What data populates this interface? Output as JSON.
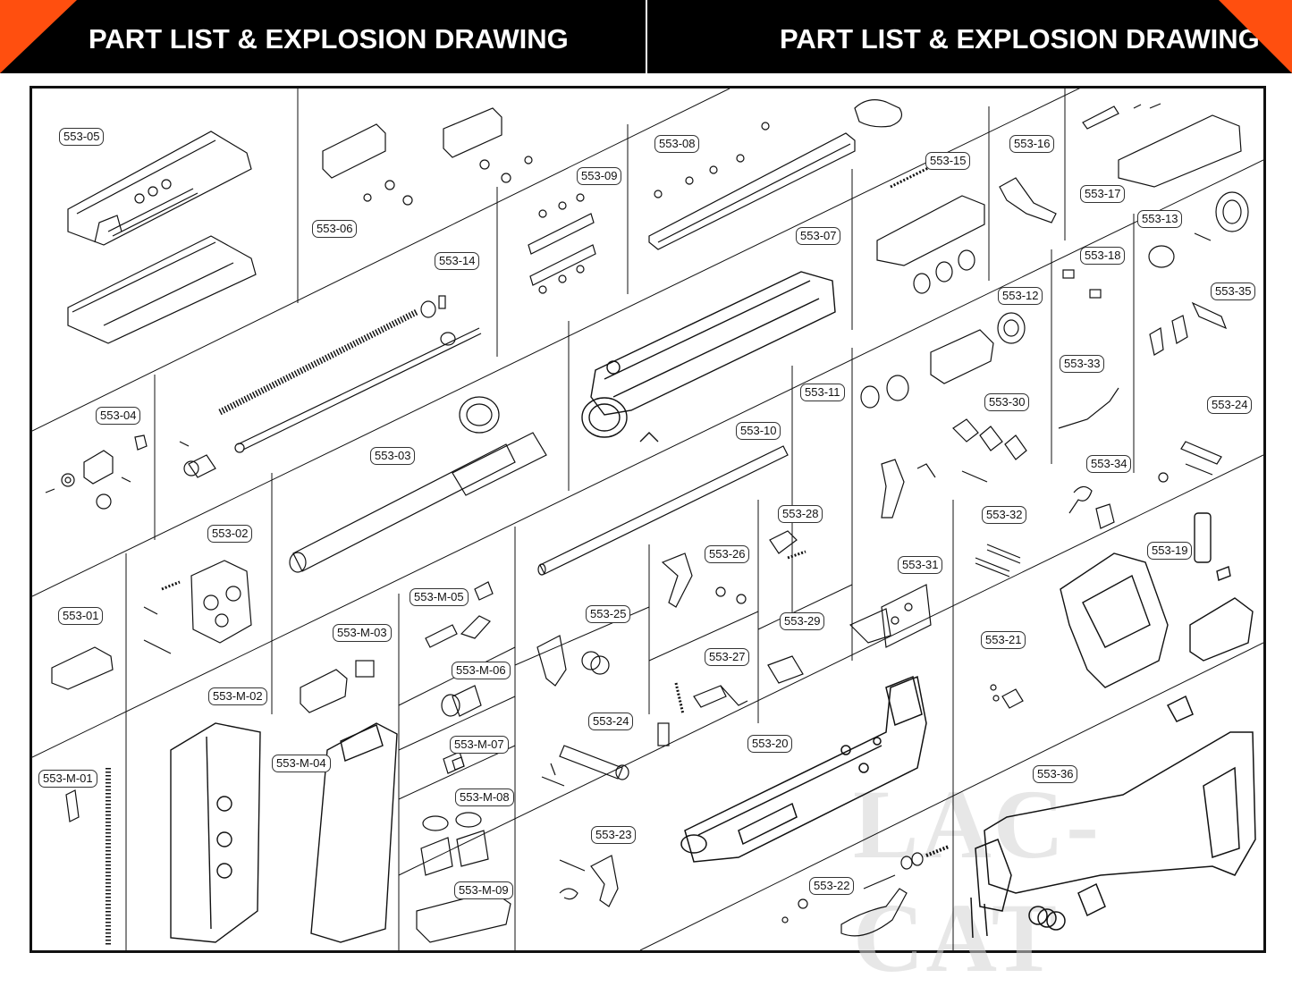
{
  "header": {
    "left_title": "PART LIST & EXPLOSION DRAWING",
    "right_title": "PART LIST & EXPLOSION DRAWING",
    "accent_color": "#ff4f0f",
    "banner_color": "#000000"
  },
  "watermark": "LAC-CAT",
  "parts": [
    "553-05",
    "553-06",
    "553-09",
    "553-08",
    "553-15",
    "553-16",
    "553-17",
    "553-14",
    "553-07",
    "553-13",
    "553-18",
    "553-12",
    "553-35",
    "553-04",
    "553-03",
    "553-11",
    "553-33",
    "553-30",
    "553-10",
    "553-24",
    "553-34",
    "553-02",
    "553-28",
    "553-32",
    "553-26",
    "553-31",
    "553-19",
    "553-01",
    "553-M-05",
    "553-25",
    "553-29",
    "553-M-03",
    "553-21",
    "553-27",
    "553-M-06",
    "553-M-02",
    "553-24",
    "553-20",
    "553-M-07",
    "553-M-04",
    "553-36",
    "553-M-01",
    "553-M-08",
    "553-23",
    "553-22",
    "553-M-09"
  ]
}
